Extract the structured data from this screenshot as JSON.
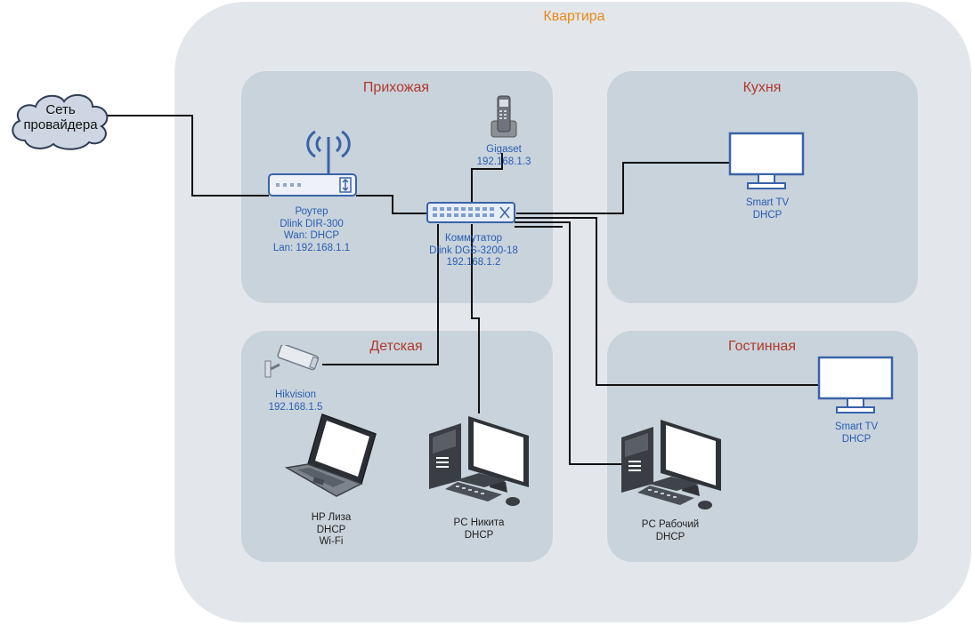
{
  "apartment": {
    "title": "Квартира"
  },
  "rooms": {
    "hallway": "Прихожая",
    "kitchen": "Кухня",
    "kids": "Детская",
    "living": "Гостинная"
  },
  "provider": {
    "line1": "Сеть",
    "line2": "провайдера"
  },
  "router": {
    "lines": [
      "Роутер",
      "Dlink DIR-300",
      "Wan: DHCP",
      "Lan: 192.168.1.1"
    ]
  },
  "switch": {
    "lines": [
      "Коммутатор",
      "Dlink DGS-3200-18",
      "192.168.1.2"
    ]
  },
  "phone": {
    "lines": [
      "Gigaset",
      "192.168.1.3"
    ]
  },
  "camera": {
    "lines": [
      "Hikvision",
      "192.168.1.5"
    ]
  },
  "tv_kitchen": {
    "lines": [
      "Smart TV",
      "DHCP"
    ]
  },
  "tv_living": {
    "lines": [
      "Smart TV",
      "DHCP"
    ]
  },
  "laptop": {
    "lines": [
      "HP Лиза",
      "DHCP",
      "Wi-Fi"
    ]
  },
  "pc_nikita": {
    "lines": [
      "PC Никита",
      "DHCP"
    ]
  },
  "pc_work": {
    "lines": [
      "PC Рабочий",
      "DHCP"
    ]
  },
  "colors": {
    "apartment_bg": "#e3e7eb",
    "room_bg": "#c9d3dc",
    "apartment_title": "#e8891a",
    "room_title": "#b0392c",
    "device_label": "#2a5db0",
    "wire": "#111111"
  }
}
